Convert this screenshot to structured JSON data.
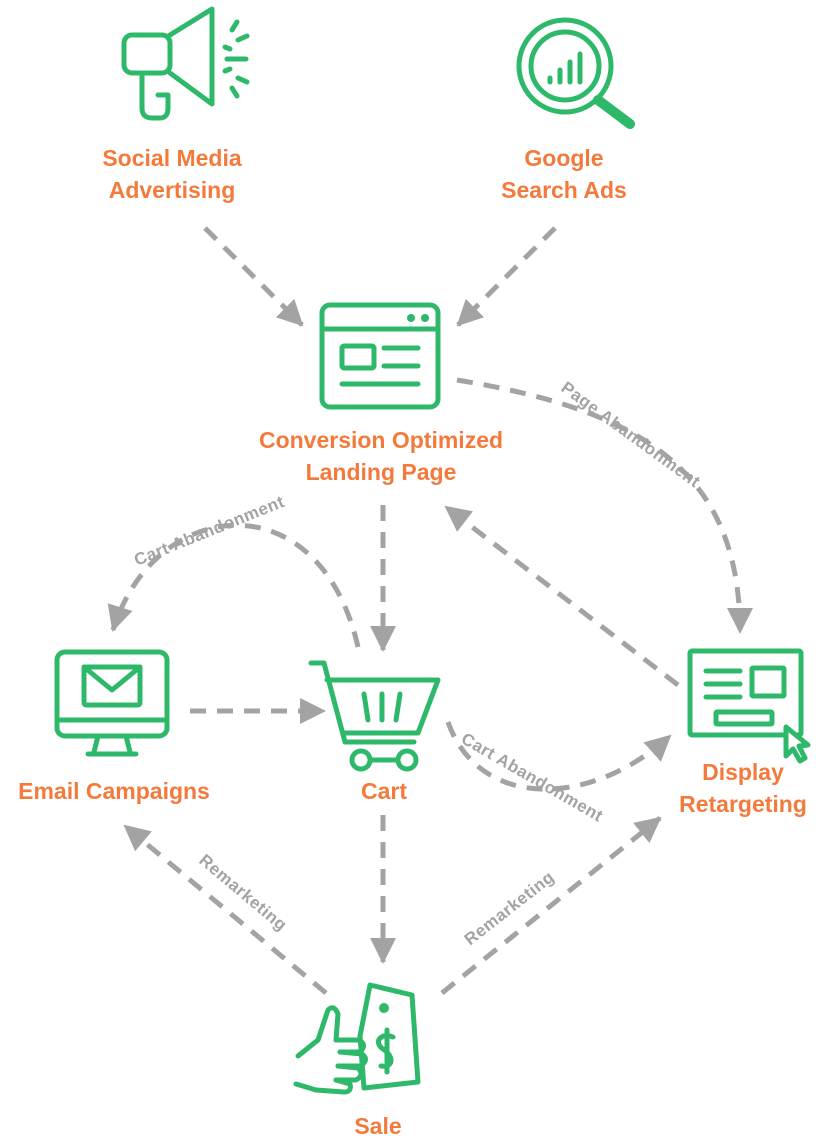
{
  "colors": {
    "icon": "#2EB86A",
    "label": "#F47A3C",
    "connector": "#A3A3A3"
  },
  "nodes": {
    "social_media": {
      "line1": "Social Media",
      "line2": "Advertising",
      "icon": "megaphone-icon"
    },
    "google_search": {
      "line1": "Google",
      "line2": "Search Ads",
      "icon": "search-chart-icon"
    },
    "landing_page": {
      "line1": "Conversion Optimized",
      "line2": "Landing Page",
      "icon": "webpage-icon"
    },
    "email": {
      "line1": "Email Campaigns",
      "icon": "monitor-envelope-icon"
    },
    "cart": {
      "line1": "Cart",
      "icon": "shopping-cart-icon"
    },
    "display": {
      "line1": "Display",
      "line2": "Retargeting",
      "icon": "display-ad-cursor-icon"
    },
    "sale": {
      "line1": "Sale",
      "icon": "thumbs-up-price-tag-icon"
    }
  },
  "edge_labels": {
    "page_abandonment": "Page Abandonment",
    "cart_abandonment_email": "Cart Abandonment",
    "cart_abandonment_display": "Cart Abandonment",
    "remarketing_email": "Remarketing",
    "remarketing_display": "Remarketing"
  }
}
